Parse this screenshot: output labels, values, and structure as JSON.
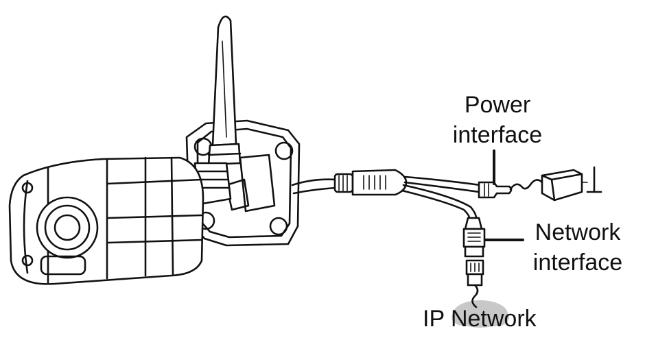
{
  "labels": {
    "power_line1": "Power",
    "power_line2": "interface",
    "network_line1": "Network",
    "network_line2": "interface",
    "ip_network": "IP Network"
  },
  "colors": {
    "ink": "#111111",
    "cloud": "#c8c8c8",
    "background": "#ffffff"
  }
}
